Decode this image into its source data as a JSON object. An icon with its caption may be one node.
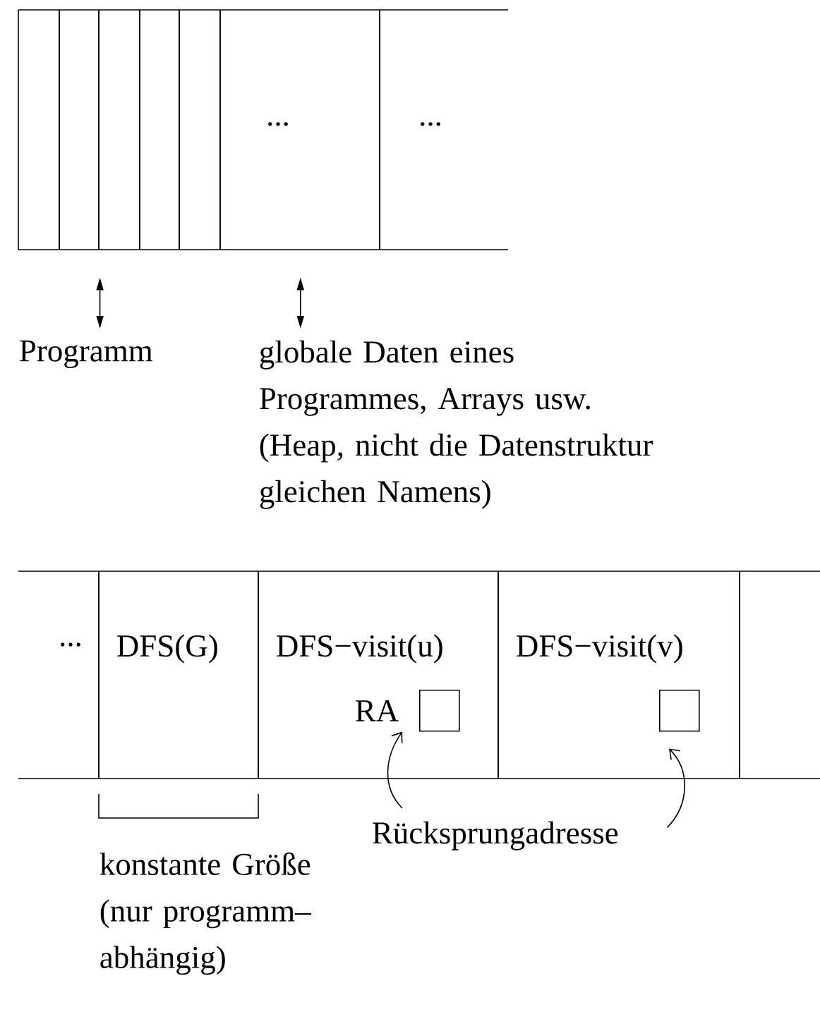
{
  "diagram": {
    "nodes": [
      {
        "text": [],
        "shape": "box"
      },
      {
        "text": [],
        "shape": "box"
      },
      {
        "text": [],
        "shape": "box"
      },
      {
        "text": [],
        "shape": "box"
      },
      {
        "text": [],
        "shape": "box"
      },
      {
        "text": [
          "..."
        ]
      },
      {
        "text": [
          "..."
        ]
      },
      {
        "text": [
          "Programm"
        ]
      },
      {
        "text": [
          "globale Daten eines Programmes, Arrays usw. (Heap, nicht die Datenstruktur gleichen Namens)"
        ]
      },
      {
        "text": [
          "..."
        ]
      },
      {
        "text": [
          "DFS(G)"
        ]
      },
      {
        "text": [
          "DFS−visit(u)"
        ]
      },
      {
        "text": [],
        "shape": "box",
        "in": 11,
        "beside": [
          "RA"
        ]
      },
      {
        "text": [
          "DFS−visit(v)"
        ]
      },
      {
        "text": [],
        "shape": "box",
        "in": 13
      },
      {
        "text": [],
        "shape": "box"
      },
      {
        "text": [
          "Rücksprungadresse"
        ]
      }
    ],
    "edges": [
      {
        "from": 7,
        "to": 1,
        "arrow": "both"
      },
      {
        "from": 8,
        "to": 5,
        "arrow": "both"
      },
      {
        "from": 16,
        "to": 12,
        "arrow": "to"
      },
      {
        "from": 16,
        "to": 14,
        "arrow": "to"
      }
    ],
    "labels": [
      "konstante Größe (nur programm– abhängig)"
    ]
  }
}
